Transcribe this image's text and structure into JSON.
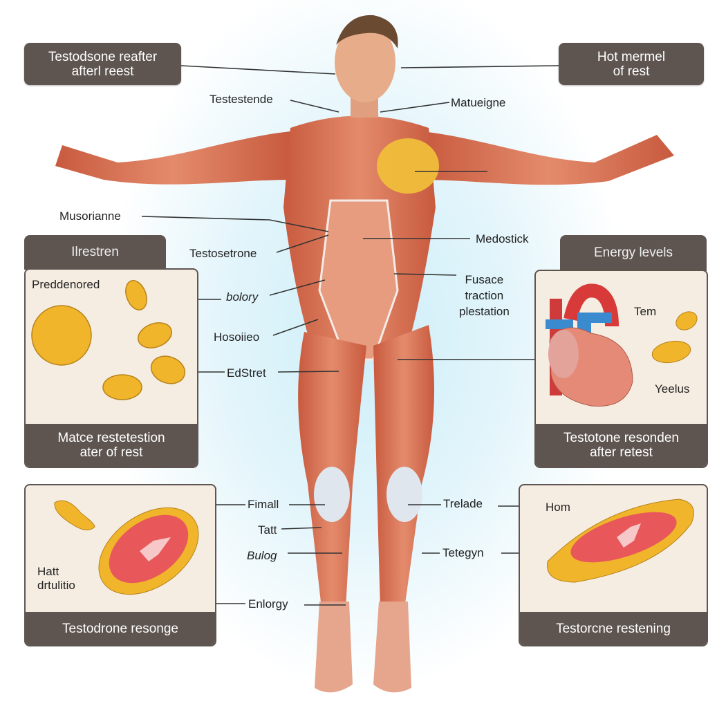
{
  "callouts": {
    "top_left": [
      "Testodsone reafter",
      "afterl reest"
    ],
    "top_right": [
      "Hot mermel",
      "of rest"
    ]
  },
  "labels": {
    "testestende": "Testestende",
    "matueigne": "Matueigne",
    "musorianne": "Musorianne",
    "testosetrone": "Testosetrone",
    "bolory": "bolory",
    "hosoiieo": "Hosoiieo",
    "edstret": "EdStret",
    "medostick": "Medostick",
    "fusace": [
      "Fusace",
      "traction",
      "plestation"
    ],
    "fimall": "Fimall",
    "tatt": "Tatt",
    "bulog": "Bulog",
    "enlorgy": "Enlorgy",
    "trelade": "Trelade",
    "tetegyn": "Tetegyn"
  },
  "panels": {
    "left_top": {
      "header": "Ilrestren",
      "label": "Preddenored",
      "footer": [
        "Matce restetestion",
        "ater of rest"
      ]
    },
    "right_top": {
      "header": "Energy levels",
      "label_1": "Tem",
      "label_2": "Yeelus",
      "footer": [
        "Testotone resonden",
        "after retest"
      ]
    },
    "left_bottom": {
      "label": [
        "Hatt",
        "drtulitio"
      ],
      "footer": "Testodrone resonge"
    },
    "right_bottom": {
      "label": "Hom",
      "footer": "Testorcne restening"
    }
  }
}
